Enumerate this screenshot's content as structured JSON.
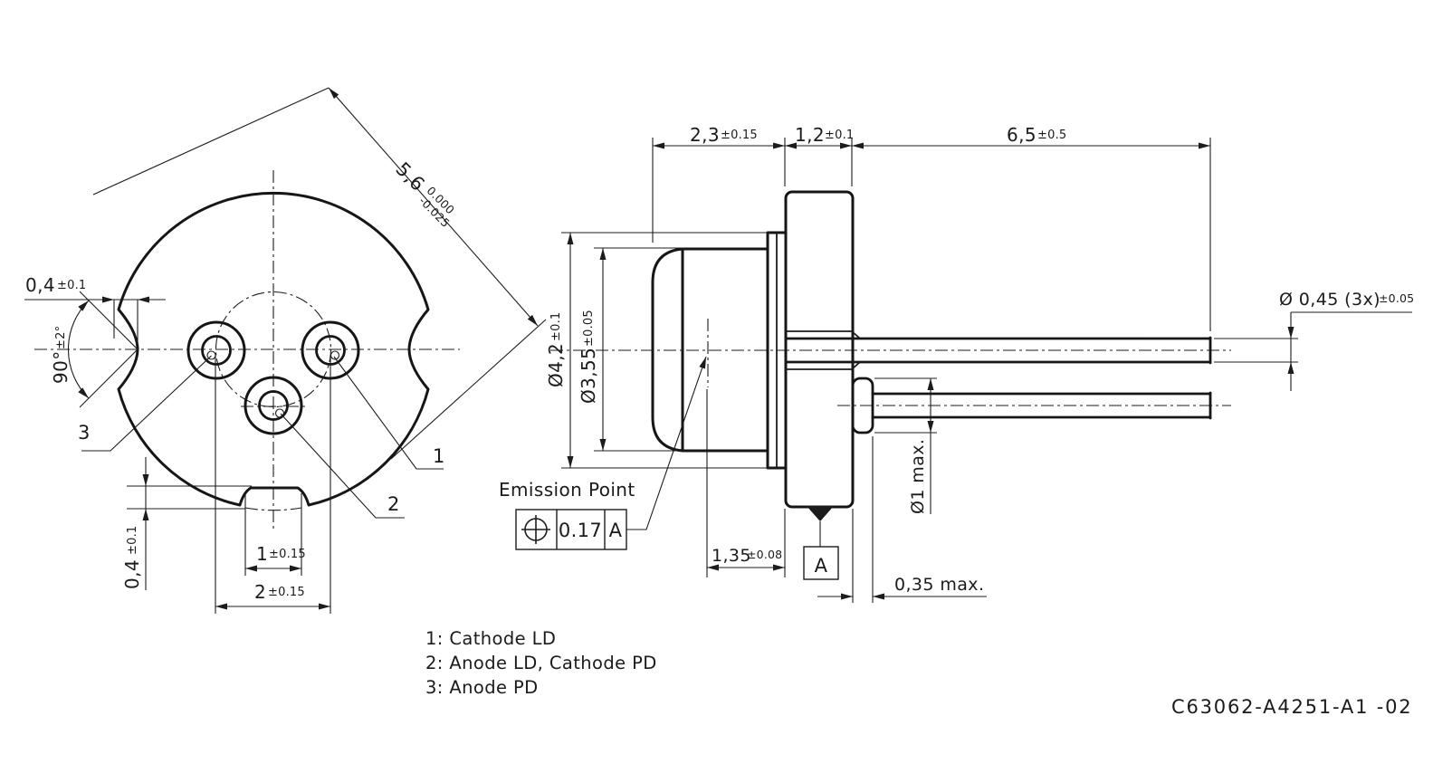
{
  "part_number": "C63062-A4251-A1 -02",
  "front": {
    "dim_notch_depth": {
      "value": "0,4",
      "tol": "±0.1"
    },
    "dim_notch_angle": {
      "value": "90°",
      "tol": "±2°"
    },
    "dim_can_diameter": {
      "value": "5,6",
      "tol_upper": "0.000",
      "tol_lower": "-0.025"
    },
    "dim_tab_depth": {
      "value": "0,4",
      "tol": "±0.1"
    },
    "dim_tab_width": {
      "value": "1",
      "tol": "±0.15"
    },
    "dim_pin_spacing": {
      "value": "2",
      "tol": "±0.15"
    },
    "pin_label_1": "1",
    "pin_label_2": "2",
    "pin_label_3": "3"
  },
  "side": {
    "dim_cap_length": {
      "value": "2,3",
      "tol": "±0.15"
    },
    "dim_header_thickness": {
      "value": "1,2",
      "tol": "±0.1"
    },
    "dim_lead_length": {
      "value": "6,5",
      "tol": "±0.5"
    },
    "dim_flange_diameter": {
      "value": "Ø4,2",
      "tol": "±0.1"
    },
    "dim_cap_diameter": {
      "value": "Ø3,55",
      "tol": "±0.05"
    },
    "dim_lead_diameter": {
      "value": "Ø 0,45 (3x)",
      "tol": "±0.05"
    },
    "dim_emission_to_face": {
      "value": "1,35",
      "tol": "±0.08"
    },
    "dim_bead_diameter": "Ø1 max.",
    "dim_bead_protrusion": "0,35 max.",
    "emission_point_label": "Emission Point",
    "fcf_tolerance": "0.17",
    "fcf_datum": "A",
    "datum_label": "A"
  },
  "legend": {
    "line1": "1: Cathode LD",
    "line2": "2: Anode LD, Cathode PD",
    "line3": "3: Anode PD"
  },
  "colors": {
    "ink": "#1b1b1b",
    "background": "#ffffff"
  }
}
